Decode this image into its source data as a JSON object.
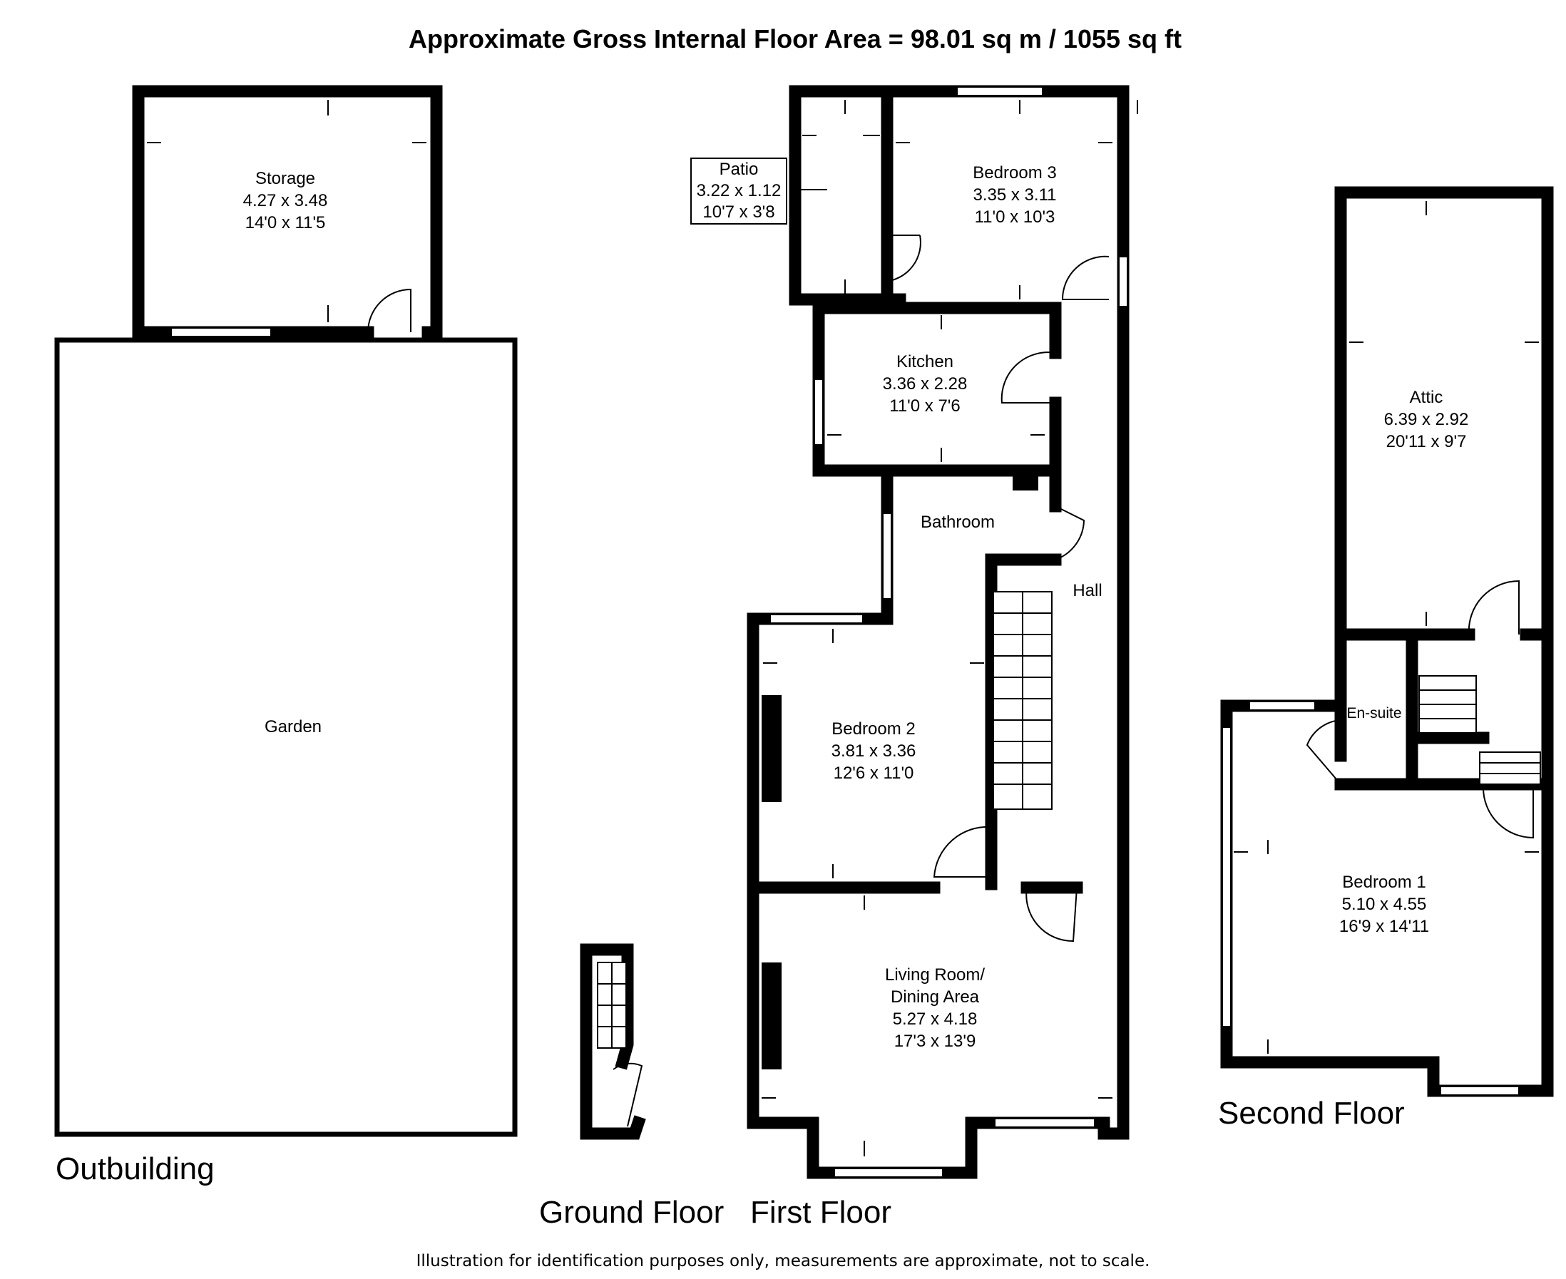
{
  "title": "Approximate Gross Internal Floor Area = 98.01 sq m / 1055 sq ft",
  "disclaimer": "Illustration for identification purposes only, measurements are approximate, not to scale.",
  "floors": {
    "outbuilding": "Outbuilding",
    "ground": "Ground Floor",
    "first": "First Floor",
    "second": "Second Floor"
  },
  "rooms": {
    "storage": {
      "name": "Storage",
      "metric": "4.27 x 3.48",
      "imperial": "14'0 x 11'5"
    },
    "garden": {
      "name": "Garden"
    },
    "patio": {
      "name": "Patio",
      "metric": "3.22 x 1.12",
      "imperial": "10'7 x 3'8"
    },
    "bedroom3": {
      "name": "Bedroom 3",
      "metric": "3.35 x 3.11",
      "imperial": "11'0 x 10'3"
    },
    "kitchen": {
      "name": "Kitchen",
      "metric": "3.36 x 2.28",
      "imperial": "11'0 x 7'6"
    },
    "bathroom": {
      "name": "Bathroom"
    },
    "hall": {
      "name": "Hall"
    },
    "bedroom2": {
      "name": "Bedroom 2",
      "metric": "3.81 x 3.36",
      "imperial": "12'6 x 11'0"
    },
    "living": {
      "name1": "Living Room/",
      "name2": "Dining Area",
      "metric": "5.27 x 4.18",
      "imperial": "17'3 x 13'9"
    },
    "attic": {
      "name": "Attic",
      "metric": "6.39 x 2.92",
      "imperial": "20'11 x 9'7"
    },
    "ensuite": {
      "name": "En-suite"
    },
    "bedroom1": {
      "name": "Bedroom 1",
      "metric": "5.10 x 4.55",
      "imperial": "16'9 x 14'11"
    }
  }
}
